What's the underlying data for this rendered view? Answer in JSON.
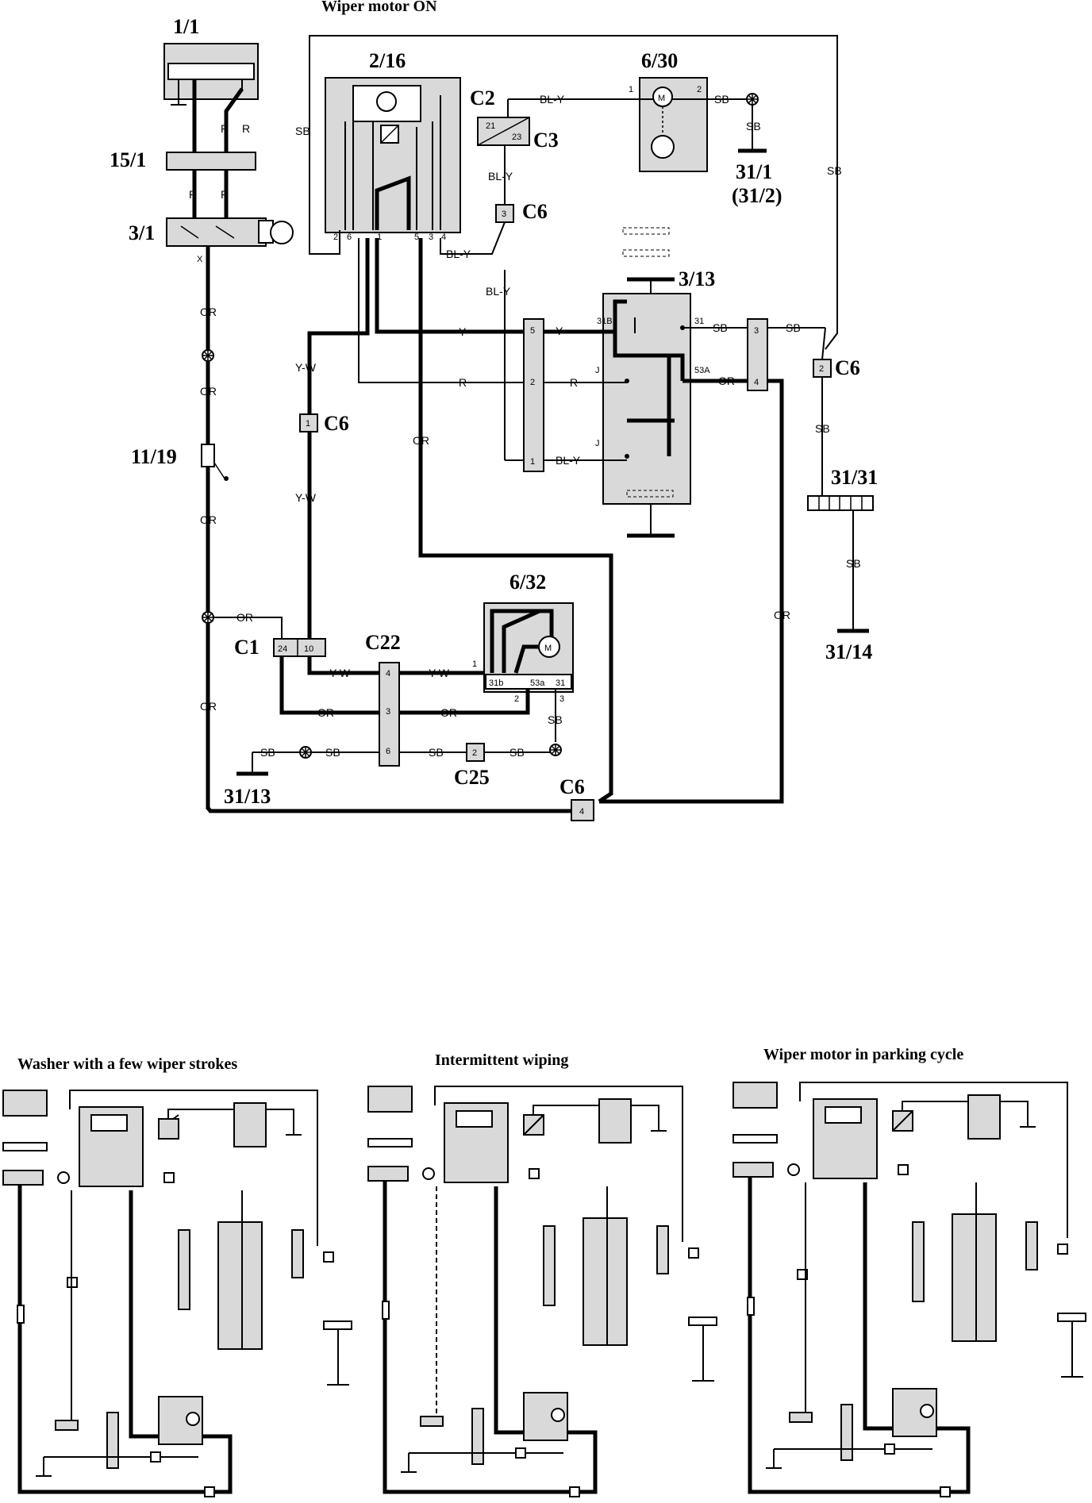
{
  "titles": {
    "main": "Wiper motor ON",
    "washer": "Washer with a few wiper strokes",
    "intermittent": "Intermittent wiping",
    "parking": "Wiper motor in parking cycle"
  },
  "components": {
    "battery": "1/1",
    "relay_main": "2/16",
    "washer_pump": "6/30",
    "ground_31_1": "31/1",
    "ground_31_2": "(31/2)",
    "fuse_box": "15/1",
    "ignition_switch": "3/1",
    "wiper_switch": "3/13",
    "fuse": "11/19",
    "ground_strip": "31/31",
    "ground_31_14": "31/14",
    "wiper_motor": "6/32",
    "ground_31_13": "31/13"
  },
  "connectors": {
    "c2": "C2",
    "c3": "C3",
    "c6": "C6",
    "c1": "C1",
    "c22": "C22",
    "c25": "C25"
  },
  "wires": {
    "SB": "SB",
    "BL_Y": "BL-Y",
    "R": "R",
    "OR": "OR",
    "Y": "Y",
    "Y_W": "Y-W",
    "X": "X"
  },
  "pins": {
    "p1": "1",
    "p2": "2",
    "p3": "3",
    "p4": "4",
    "p5": "5",
    "p6": "6",
    "p10": "10",
    "p24": "24",
    "p21": "21",
    "p23": "23",
    "p31": "31",
    "p31b": "31b",
    "p53a": "53a",
    "p31B": "31B",
    "p53A": "53A",
    "pJ": "J"
  }
}
